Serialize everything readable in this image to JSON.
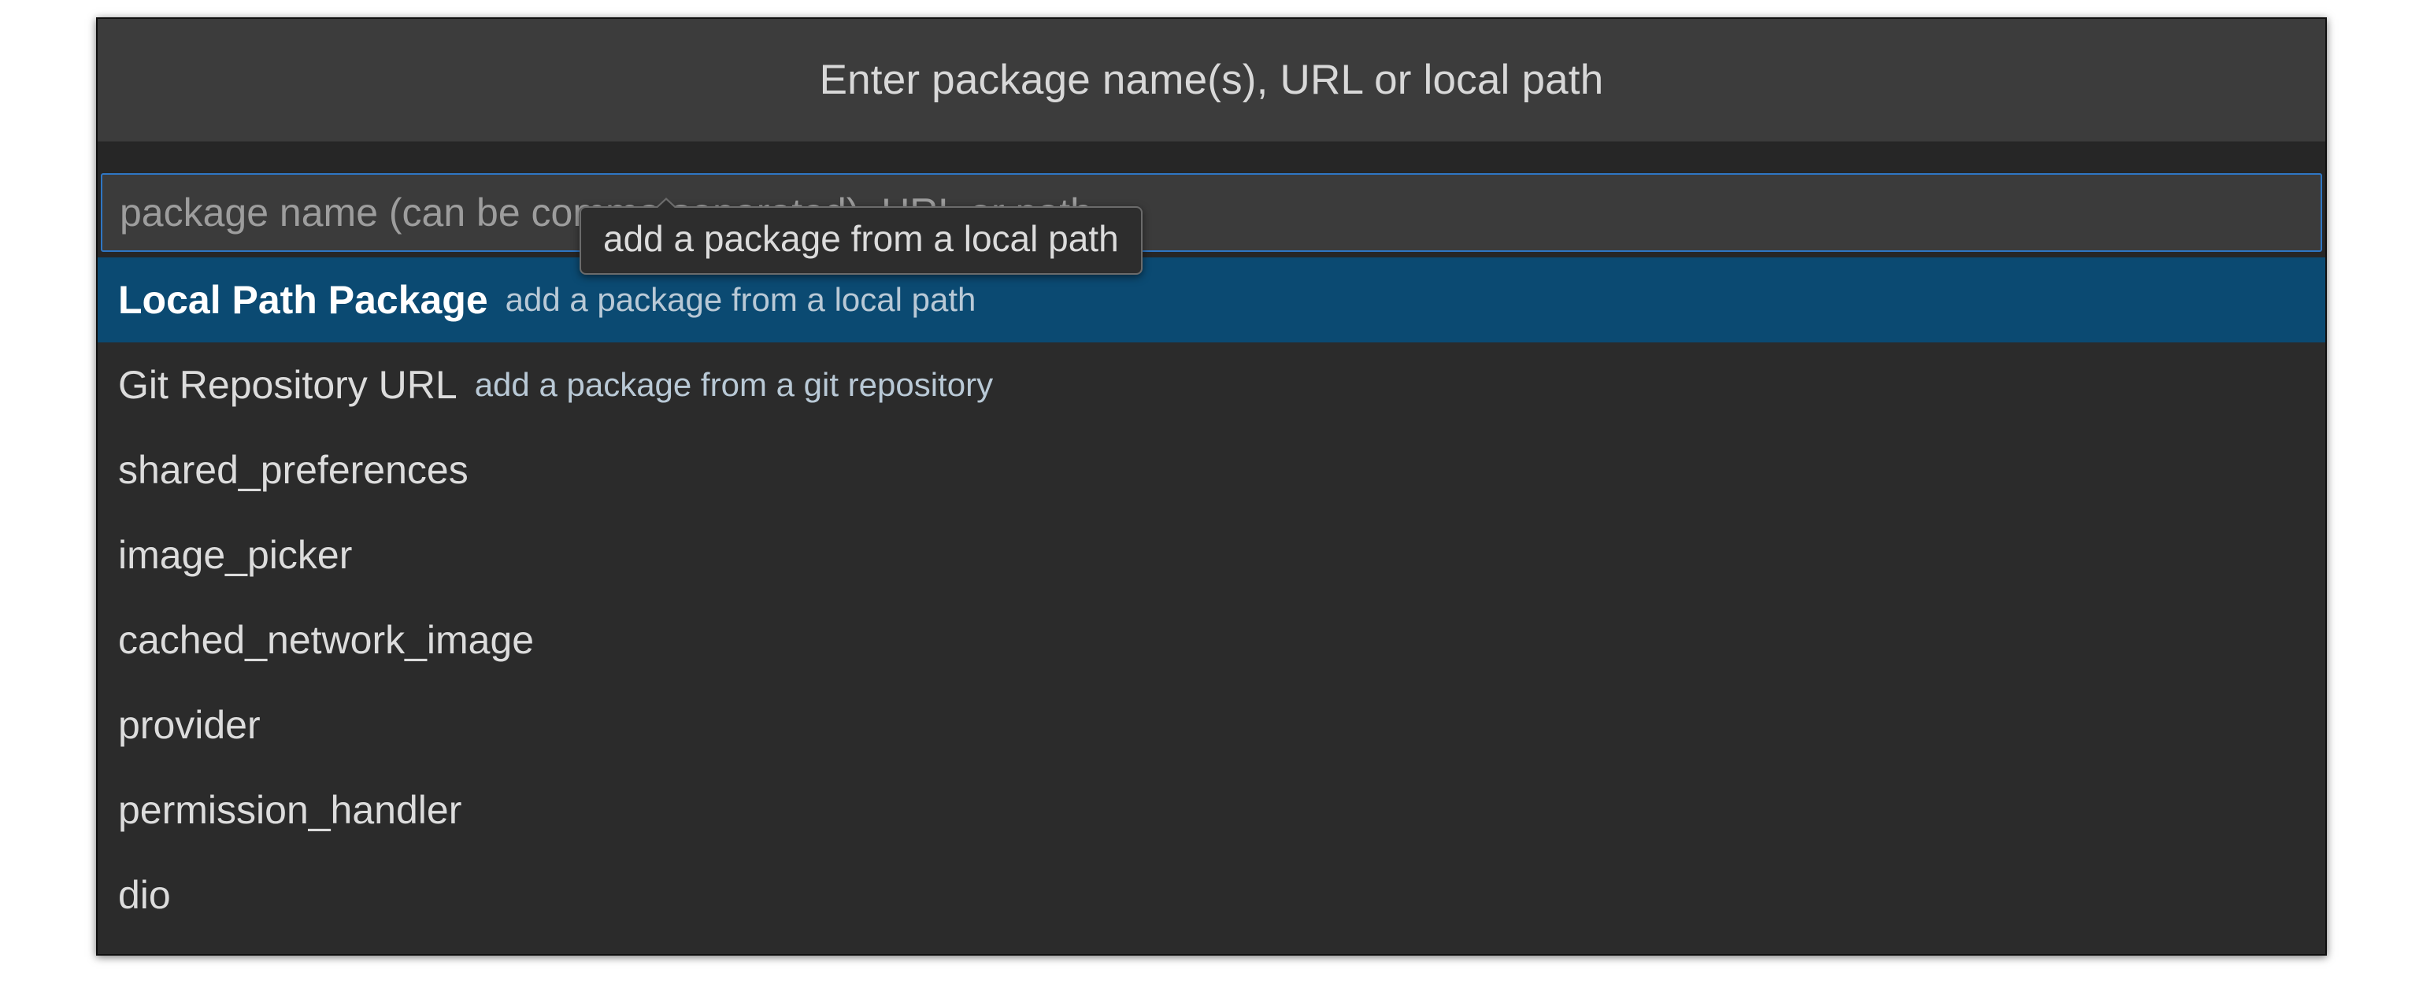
{
  "header": {
    "title": "Enter package name(s), URL or local path"
  },
  "search": {
    "value": "",
    "placeholder": "package name (can be comma separated), URL or path"
  },
  "results": [
    {
      "name": "Local Path Package",
      "desc": "add a package from a local path",
      "selected": true
    },
    {
      "name": "Git Repository URL",
      "desc": "add a package from a git repository",
      "selected": false
    },
    {
      "name": "shared_preferences",
      "desc": "",
      "selected": false
    },
    {
      "name": "image_picker",
      "desc": "",
      "selected": false
    },
    {
      "name": "cached_network_image",
      "desc": "",
      "selected": false
    },
    {
      "name": "provider",
      "desc": "",
      "selected": false
    },
    {
      "name": "permission_handler",
      "desc": "",
      "selected": false
    },
    {
      "name": "dio",
      "desc": "",
      "selected": false
    }
  ],
  "tooltip": {
    "text": "add a package from a local path"
  },
  "colors": {
    "popup_background": "#2e2e2e",
    "header_background": "#3c3c3c",
    "list_background": "#2b2b2b",
    "selection_blue": "#0b4a72",
    "focus_border_blue": "#2e76c4",
    "text_primary": "#dcdcdc",
    "text_muted": "#9d9d9d",
    "tooltip_background": "#2d2d2d",
    "tooltip_border": "#6b6b6b"
  }
}
